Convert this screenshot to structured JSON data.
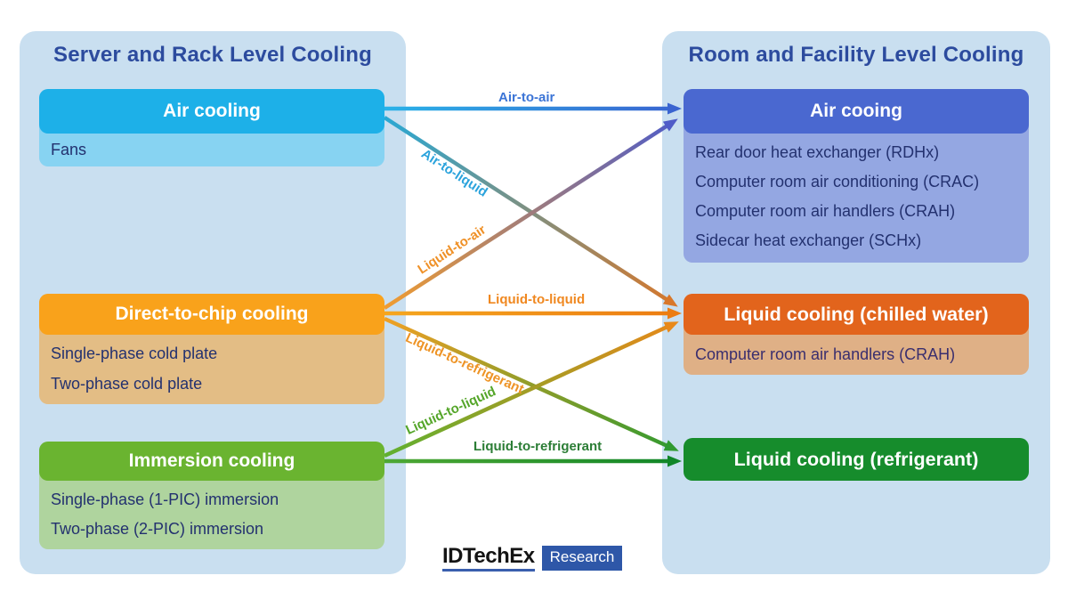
{
  "left_panel": {
    "title": "Server and Rack Level Cooling",
    "boxes": [
      {
        "header": "Air cooling",
        "items": [
          "Fans"
        ],
        "header_color": "#1db0e8",
        "body_color": "#87d3f2"
      },
      {
        "header": "Direct-to-chip cooling",
        "items": [
          "Single-phase cold plate",
          "Two-phase cold plate"
        ],
        "header_color": "#f9a21b",
        "body_color": "#e3bd85"
      },
      {
        "header": "Immersion cooling",
        "items": [
          "Single-phase (1-PIC) immersion",
          "Two-phase (2-PIC) immersion"
        ],
        "header_color": "#6ab430",
        "body_color": "#afd49e"
      }
    ]
  },
  "right_panel": {
    "title": "Room and Facility Level Cooling",
    "boxes": [
      {
        "header": "Air cooing",
        "items": [
          "Rear door heat exchanger (RDHx)",
          "Computer room air conditioning (CRAC)",
          "Computer room air handlers (CRAH)",
          "Sidecar heat exchanger (SCHx)"
        ],
        "header_color": "#4a68d0",
        "body_color": "#94a7e2"
      },
      {
        "header": "Liquid cooling (chilled water)",
        "items": [
          "Computer room air handlers (CRAH)"
        ],
        "header_color": "#e2641c",
        "body_color": "#dfb086"
      },
      {
        "header": "Liquid cooling (refrigerant)",
        "items": [],
        "header_color": "#168c2c",
        "body_color": ""
      }
    ]
  },
  "connections": [
    {
      "label": "Air-to-air",
      "from": "Air cooling",
      "to": "Air cooing",
      "label_color": "#3b74d6",
      "gradient_start": "#2ab2e8",
      "gradient_end": "#3a64d0"
    },
    {
      "label": "Air-to-liquid",
      "from": "Air cooling",
      "to": "Liquid cooling (chilled water)",
      "label_color": "#2ba3dc",
      "gradient_start": "#29a8d4",
      "gradient_end": "#d8772a"
    },
    {
      "label": "Liquid-to-air",
      "from": "Direct-to-chip cooling",
      "to": "Air cooing",
      "label_color": "#ef9128",
      "gradient_start": "#f09c30",
      "gradient_end": "#4f5cc8"
    },
    {
      "label": "Liquid-to-liquid",
      "from": "Direct-to-chip cooling",
      "to": "Liquid cooling (chilled water)",
      "label_color": "#f08820",
      "gradient_start": "#f5a61e",
      "gradient_end": "#ec7c12"
    },
    {
      "label": "Liquid-to-refrigerant",
      "from": "Direct-to-chip cooling",
      "to": "Liquid cooling (refrigerant)",
      "label_color": "#ee9426",
      "gradient_start": "#f0a024",
      "gradient_end": "#2f9a30"
    },
    {
      "label": "Liquid-to-liquid",
      "from": "Immersion cooling",
      "to": "Liquid cooling (chilled water)",
      "label_color": "#55a62a",
      "gradient_start": "#5fb030",
      "gradient_end": "#e8891a"
    },
    {
      "label": "Liquid-to-refrigerant",
      "from": "Immersion cooling",
      "to": "Liquid cooling (refrigerant)",
      "label_color": "#2b7d35",
      "gradient_start": "#4ea834",
      "gradient_end": "#108628"
    }
  ],
  "logo": {
    "brand": "IDTechEx",
    "badge": "Research",
    "badge_color": "#2e57a8"
  },
  "colors": {
    "panel_background": "#c9dff0",
    "title_text": "#2c4b9e",
    "item_text": "#23316f",
    "page_background": "#ffffff"
  }
}
